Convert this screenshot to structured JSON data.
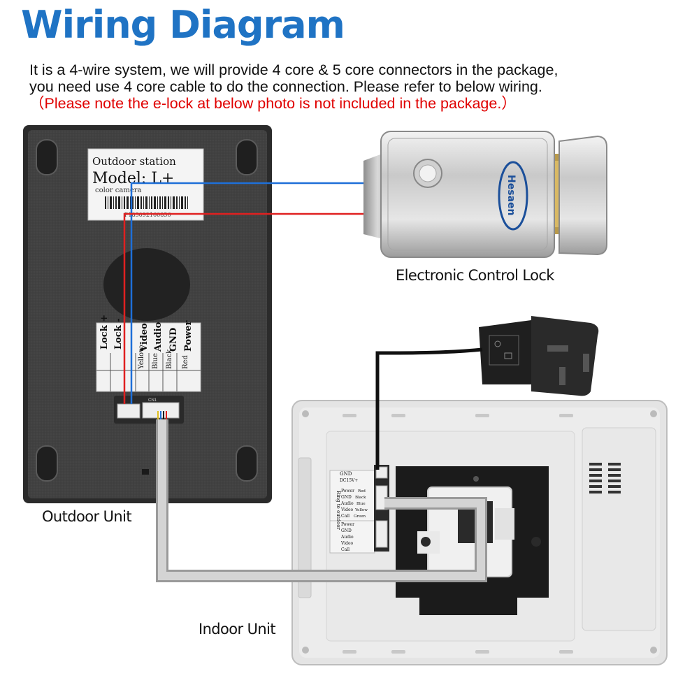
{
  "title": "Wiring Diagram",
  "description": {
    "line1": "It is a 4-wire system, we will provide 4 core & 5 core connectors in the package,",
    "line2": "you need use 4 core cable to do the connection. Please refer to below wiring.",
    "note": "（Please note the e-lock at below photo is not included in the package.）"
  },
  "captions": {
    "lock": "Electronic Control Lock",
    "outdoor": "Outdoor Unit",
    "indoor": "Indoor Unit"
  },
  "outdoor_label": {
    "line1": "Outdoor station",
    "line2": "Model: L+",
    "line3": "color camera",
    "serial": "P185092160856"
  },
  "outdoor_terminals": {
    "lock_plus": "Lock +",
    "lock_minus": "Lock -",
    "video": "Video",
    "audio": "Audio",
    "gnd": "GND",
    "power": "Power",
    "yellow": "Yellow",
    "blue": "Blue",
    "black": "Black",
    "red": "Red"
  },
  "indoor_terminals": {
    "gnd": "GND",
    "dc": "DC15V+",
    "ring_outdoor": "Ring to outdoor",
    "power": "Power",
    "red": "Red",
    "gnd2": "GND",
    "black": "Black",
    "audio": "Audio",
    "blue": "Blue",
    "video": "Video",
    "yellow": "Yellow",
    "call": "Call",
    "green": "Green"
  },
  "lock_brand": "Hesaen",
  "colors": {
    "title": "#1f73c4",
    "note": "#e00000",
    "wire_blue": "#1e6fd8",
    "wire_red": "#e02020",
    "cable_grey": "#bdbdbd"
  }
}
